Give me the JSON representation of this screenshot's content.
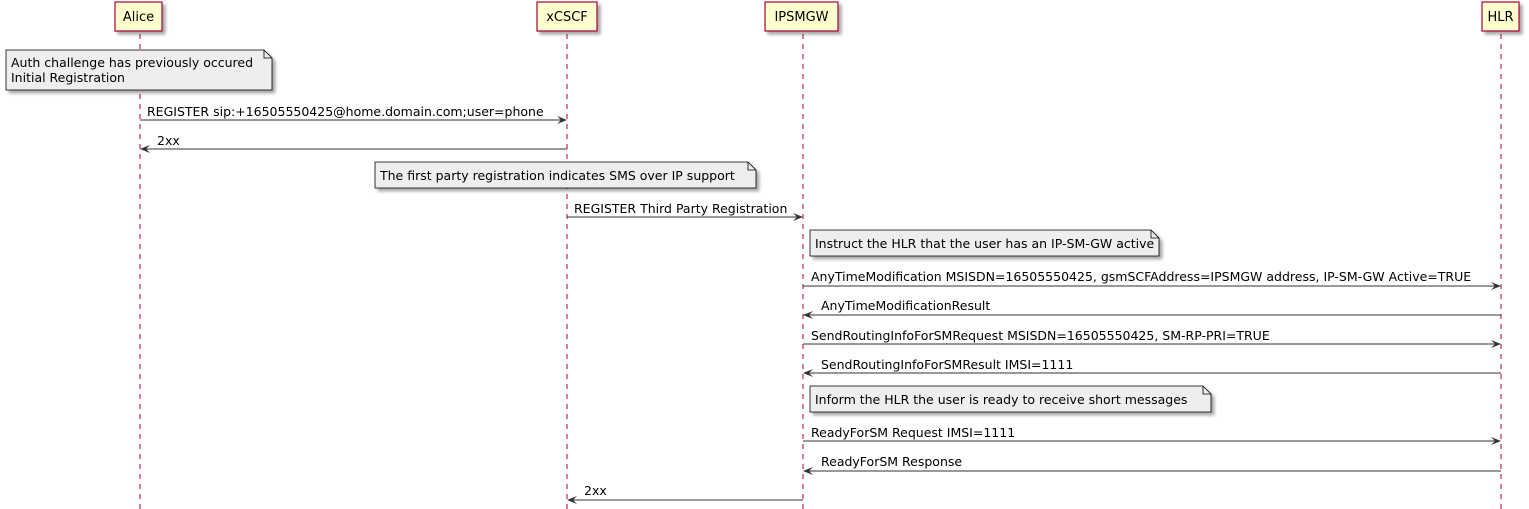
{
  "participants": [
    {
      "id": "alice",
      "label": "Alice"
    },
    {
      "id": "xcscf",
      "label": "xCSCF"
    },
    {
      "id": "ipsmgw",
      "label": "IPSMGW"
    },
    {
      "id": "hlr",
      "label": "HLR"
    }
  ],
  "notes": [
    {
      "lines": [
        "Auth challenge has previously occured",
        "Initial Registration"
      ]
    },
    {
      "lines": [
        "The first party registration indicates SMS over IP support"
      ]
    },
    {
      "lines": [
        "Instruct the HLR that the user has an IP-SM-GW active"
      ]
    },
    {
      "lines": [
        "Inform the HLR the user is ready to receive short messages"
      ]
    }
  ],
  "messages": [
    {
      "label": "REGISTER sip:+16505550425@home.domain.com;user=phone"
    },
    {
      "label": "2xx"
    },
    {
      "label": "REGISTER Third Party Registration"
    },
    {
      "label": "AnyTimeModification MSISDN=16505550425, gsmSCFAddress=IPSMGW address, IP-SM-GW Active=TRUE"
    },
    {
      "label": "AnyTimeModificationResult"
    },
    {
      "label": "SendRoutingInfoForSMRequest MSISDN=16505550425, SM-RP-PRI=TRUE"
    },
    {
      "label": "SendRoutingInfoForSMResult IMSI=1111"
    },
    {
      "label": "ReadyForSM Request IMSI=1111"
    },
    {
      "label": "ReadyForSM Response"
    },
    {
      "label": "2xx"
    }
  ],
  "colors": {
    "lifeline": "#A80036",
    "participant_fill": "#FEFECE",
    "participant_border": "#A80036",
    "note_fill": "#EEEEEE",
    "note_border": "#000000",
    "arrow": "#333333"
  }
}
